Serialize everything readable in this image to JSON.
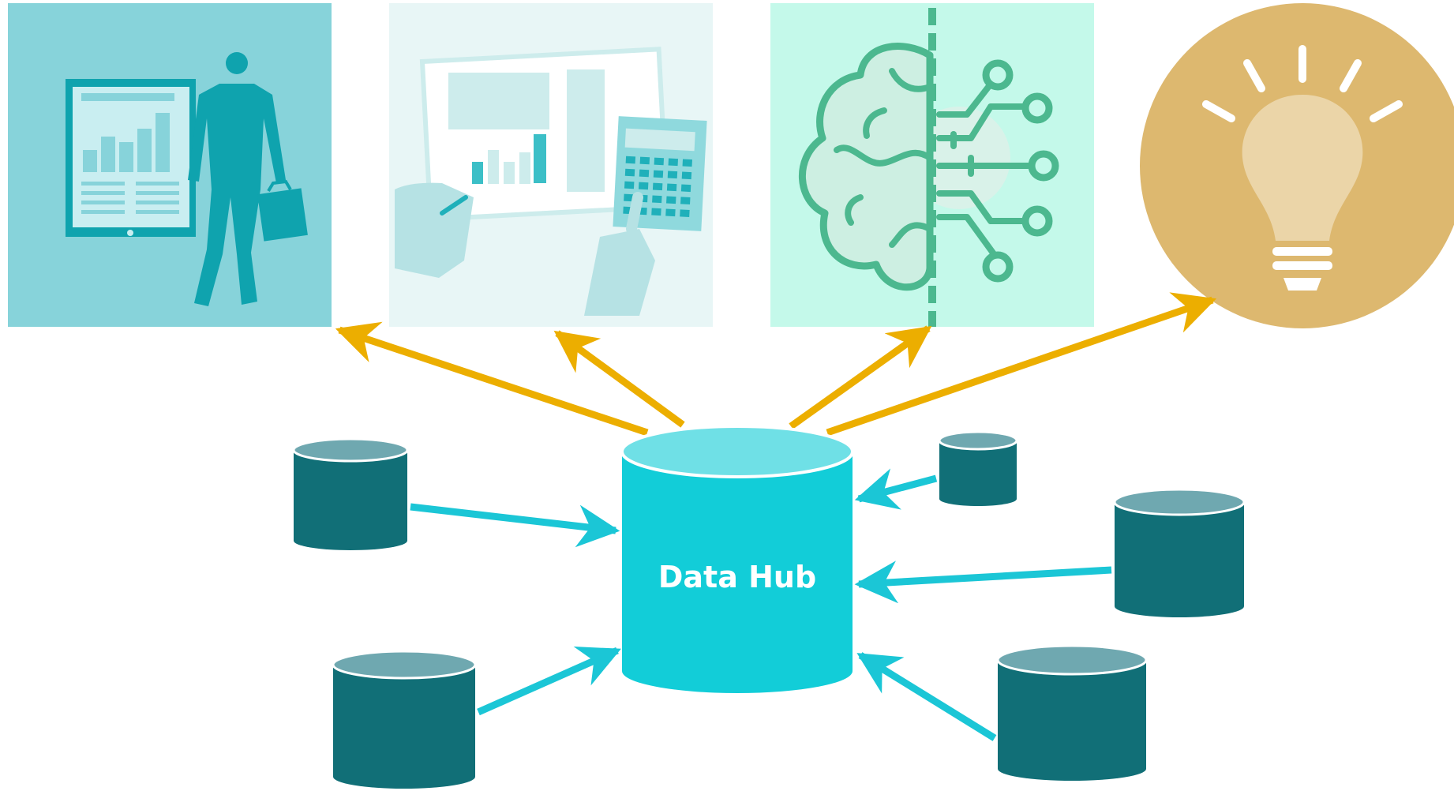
{
  "hub": {
    "label": "Data Hub"
  },
  "colors": {
    "hub_body": "#12CDD8",
    "hub_top": "#6FE0E6",
    "source_body": "#116F77",
    "source_top": "#6FA8B0",
    "inflow_arrow": "#1BC6D6",
    "outflow_arrow": "#ECAE00",
    "hub_label": "#FFFFFF",
    "tile_business": "#87D3DA",
    "tile_accounting": "#E8F6F6",
    "tile_ai": "#C4F9EA",
    "tile_insight": "#DDB86F"
  },
  "outputs": [
    {
      "name": "business-report-tile",
      "icon": "businessman-report-icon"
    },
    {
      "name": "accounting-tile",
      "icon": "calculator-analysis-icon"
    },
    {
      "name": "ai-tile",
      "icon": "brain-circuit-icon"
    },
    {
      "name": "insight-tile",
      "icon": "lightbulb-icon"
    }
  ],
  "sources": [
    {
      "name": "source-db-upper-left"
    },
    {
      "name": "source-db-lower-left"
    },
    {
      "name": "source-db-upper-right-small"
    },
    {
      "name": "source-db-middle-right"
    },
    {
      "name": "source-db-lower-right"
    }
  ]
}
